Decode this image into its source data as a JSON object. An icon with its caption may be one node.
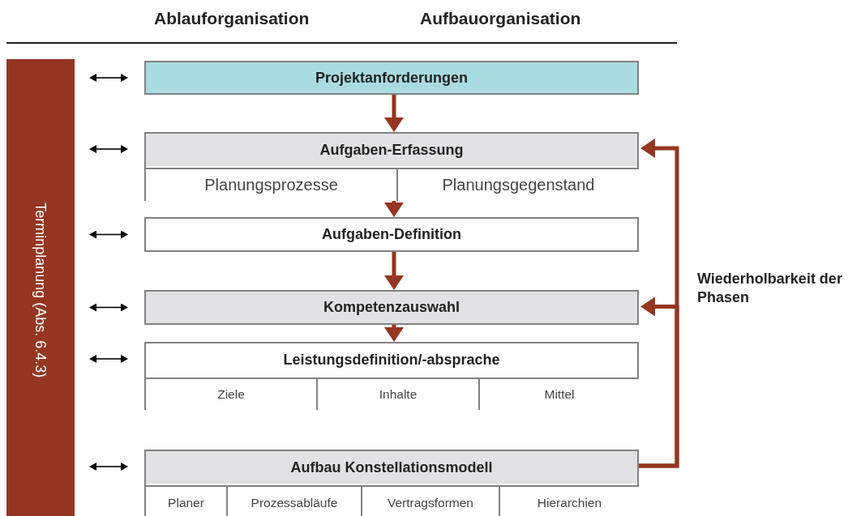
{
  "diagram": {
    "nodes": [
      {
        "text": [
          "Terminplanung (Abs. 6.4.3)"
        ]
      },
      {
        "text": [
          "Projektanforderungen"
        ]
      },
      {
        "text": [
          "Aufgaben-Erfassung"
        ]
      },
      {
        "text": [
          "Planungsprozesse"
        ],
        "in": 2
      },
      {
        "text": [
          "Planungsgegenstand"
        ],
        "in": 2
      },
      {
        "text": [
          "Aufgaben-Definition"
        ]
      },
      {
        "text": [
          "Kompetenzauswahl"
        ]
      },
      {
        "text": [
          "Leistungsdefinition/-absprache"
        ]
      },
      {
        "text": [
          "Ziele"
        ],
        "in": 7
      },
      {
        "text": [
          "Inhalte"
        ],
        "in": 7
      },
      {
        "text": [
          "Mittel"
        ],
        "in": 7
      },
      {
        "text": [
          "Aufbau Konstellationsmodell"
        ]
      },
      {
        "text": [
          "Planer"
        ],
        "in": 11
      },
      {
        "text": [
          "Prozessabläufe"
        ],
        "in": 11
      },
      {
        "text": [
          "Vertragsformen"
        ],
        "in": 11
      },
      {
        "text": [
          "Hierarchien"
        ],
        "in": 11
      }
    ],
    "edges": [
      {
        "from": 0,
        "to": 1,
        "arrow": "both"
      },
      {
        "from": 0,
        "to": 2,
        "arrow": "both"
      },
      {
        "from": 0,
        "to": 5,
        "arrow": "both"
      },
      {
        "from": 0,
        "to": 6,
        "arrow": "both"
      },
      {
        "from": 0,
        "to": 7,
        "arrow": "both"
      },
      {
        "from": 0,
        "to": 11,
        "arrow": "both"
      },
      {
        "from": 1,
        "to": 2,
        "arrow": "to",
        "style": "thick",
        "color": "#943621"
      },
      {
        "from": 2,
        "to": 5,
        "arrow": "to",
        "style": "thick",
        "color": "#943621"
      },
      {
        "from": 5,
        "to": 6,
        "arrow": "to",
        "style": "thick",
        "color": "#943621"
      },
      {
        "from": 6,
        "to": 7,
        "arrow": "to",
        "style": "thick",
        "color": "#943621"
      },
      {
        "from": 11,
        "to": 2,
        "arrow": "to",
        "style": "thick",
        "color": "#943621"
      },
      {
        "from": 11,
        "to": 6,
        "arrow": "to",
        "style": "thick",
        "color": "#943621"
      }
    ],
    "labels": [
      "Ablauforganisation",
      "Aufbauorganisation",
      "Wiederholbarkeit der Phasen"
    ]
  }
}
